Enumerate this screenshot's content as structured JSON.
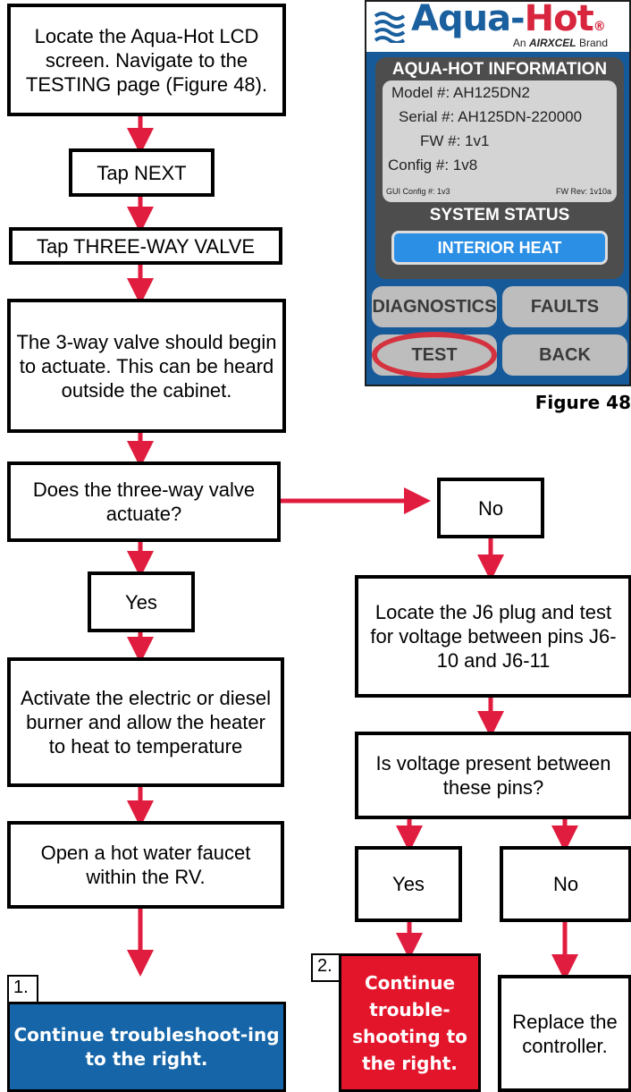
{
  "flow": {
    "step_locate": "Locate the Aqua-Hot LCD screen. Navigate to the TESTING page (Figure 48).",
    "step_next": "Tap NEXT",
    "step_valve": "Tap THREE-WAY VALVE",
    "step_actuate": "The 3-way valve should begin to actuate. This can be heard outside the cabinet.",
    "question_actuate": "Does the three-way valve actuate?",
    "answer_yes": "Yes",
    "answer_no": "No",
    "step_activate": "Activate the electric or diesel burner and allow the heater to heat to temperature",
    "step_faucet": "Open a hot water faucet within the RV.",
    "step_j6": "Locate the J6 plug and test for voltage between pins J6-10 and J6-11",
    "question_voltage": "Is voltage present between these pins?",
    "answer_yes2": "Yes",
    "answer_no2": "No",
    "replace": "Replace the controller.",
    "num1": "1.",
    "num2": "2.",
    "continue1": "Continue troubleshoot-ing to the right.",
    "continue2": "Continue trouble-shooting to the right.",
    "colors": {
      "arrow": "#e11d3f",
      "blue_box": "#1565a8",
      "red_box": "#e3152b"
    }
  },
  "device": {
    "logo_aqua": "Aqua-",
    "logo_hot": "Hot",
    "logo_reg": "®",
    "tagline_prefix": "An",
    "tagline_brand": "AIRXCEL",
    "tagline_suffix": "Brand",
    "info_title": "AQUA-HOT INFORMATION",
    "model": "Model #: AH125DN2",
    "serial": "Serial #: AH125DN-220000",
    "fw": "FW #: 1v1",
    "config": "Config #: 1v8",
    "gui_config": "GUI Config #: 1v3",
    "fw_rev": "FW Rev: 1v10a",
    "status_title": "SYSTEM STATUS",
    "status_button": "INTERIOR HEAT",
    "btn_diagnostics": "DIAGNOSTICS",
    "btn_faults": "FAULTS",
    "btn_test": "TEST",
    "btn_back": "BACK",
    "figure_label": "Figure 48"
  }
}
